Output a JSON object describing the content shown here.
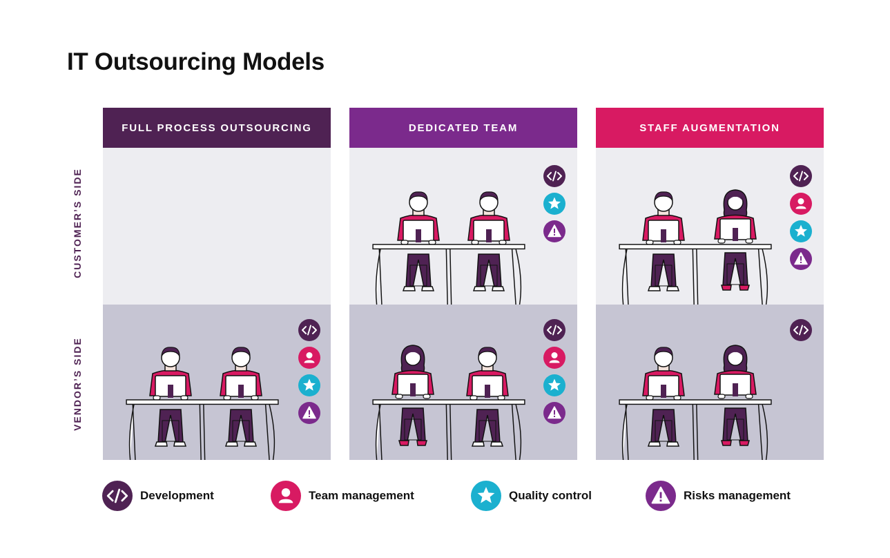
{
  "title": "IT Outsourcing Models",
  "columns": [
    {
      "label": "FULL PROCESS OUTSOURCING",
      "color": "#4f2253"
    },
    {
      "label": "DEDICATED TEAM",
      "color": "#7b2a8c"
    },
    {
      "label": "STAFF AUGMENTATION",
      "color": "#d81a62"
    }
  ],
  "rows": [
    {
      "label": "CUSTOMER’S SIDE"
    },
    {
      "label": "VENDOR’S SIDE"
    }
  ],
  "legend": [
    {
      "label": "Development",
      "icon": "code-icon",
      "color": "#4f2253"
    },
    {
      "label": "Team management",
      "icon": "person-icon",
      "color": "#d81a62"
    },
    {
      "label": "Quality control",
      "icon": "star-icon",
      "color": "#1bb0cf"
    },
    {
      "label": "Risks management",
      "icon": "warning-icon",
      "color": "#7b2a8c"
    }
  ],
  "colors": {
    "customer_bg": "#ededf1",
    "vendor_bg": "#c6c5d3",
    "shirt": "#d81a62",
    "pants": "#4f2253"
  }
}
